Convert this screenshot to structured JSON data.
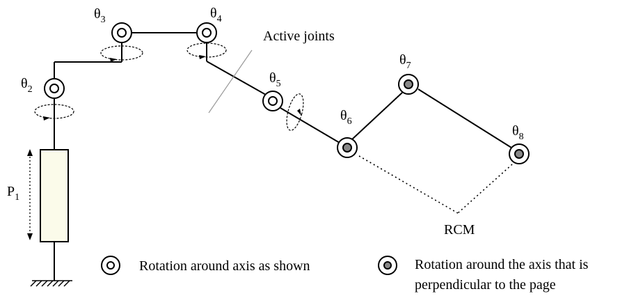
{
  "joints": {
    "theta2": {
      "symbol": "θ",
      "sub": "2"
    },
    "theta3": {
      "symbol": "θ",
      "sub": "3"
    },
    "theta4": {
      "symbol": "θ",
      "sub": "4"
    },
    "theta5": {
      "symbol": "θ",
      "sub": "5"
    },
    "theta6": {
      "symbol": "θ",
      "sub": "6"
    },
    "theta7": {
      "symbol": "θ",
      "sub": "7"
    },
    "theta8": {
      "symbol": "θ",
      "sub": "8"
    }
  },
  "prismatic": {
    "symbol": "P",
    "sub": "1"
  },
  "labels": {
    "active_joints": "Active joints",
    "rcm": "RCM"
  },
  "legend": {
    "axis_shown": "Rotation around axis as shown",
    "perpendicular_line1": "Rotation around the axis that is",
    "perpendicular_line2": "perpendicular to the page"
  }
}
